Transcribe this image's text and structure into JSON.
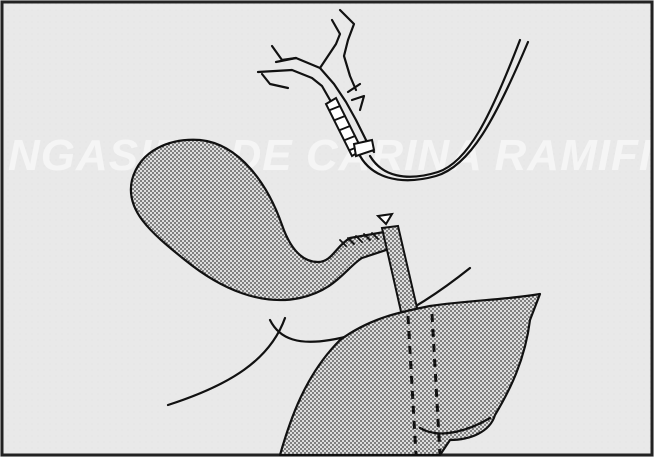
{
  "figure": {
    "watermark": "NGASIDA DE CARINA RAMIFICADA",
    "colors": {
      "background": "#e9e9e9",
      "frame": "#222222",
      "line": "#111111",
      "stipple_dot": "#333333",
      "stipple_bg": "#dedede",
      "watermark": "#f6f6f6"
    },
    "icons": [
      "bile-duct-tree",
      "t-tube-drain",
      "gallbladder",
      "liver",
      "duodenum",
      "suture-clip"
    ]
  }
}
